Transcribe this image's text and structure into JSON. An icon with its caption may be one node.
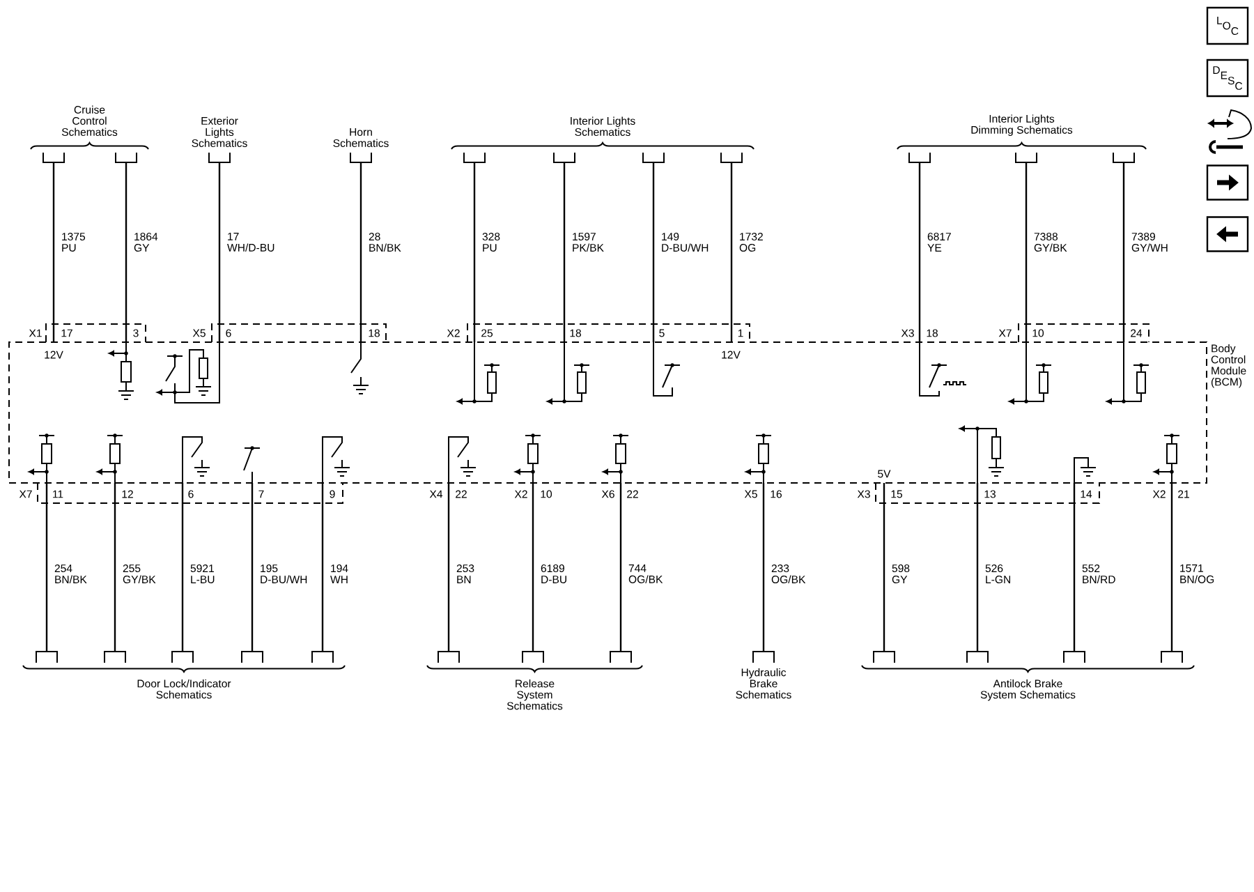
{
  "diagram": {
    "nodes": [
      {
        "text": [
          "L",
          "O",
          "C"
        ]
      },
      {
        "text": [
          "D",
          "E",
          "S",
          "C"
        ]
      },
      {
        "text": [],
        "shape": "box"
      },
      {
        "text": [],
        "shape": "box"
      },
      {
        "text": [
          "Cruise Control Schematics"
        ]
      },
      {
        "text": [
          "Exterior Lights Schematics"
        ]
      },
      {
        "text": [
          "Horn Schematics"
        ]
      },
      {
        "text": [
          "Interior Lights Schematics"
        ]
      },
      {
        "text": [
          "Interior Lights Dimming Schematics"
        ]
      },
      {
        "text": [
          "Body Control Module (BCM)"
        ]
      },
      {
        "text": [
          "Door Lock/Indicator Schematics"
        ]
      },
      {
        "text": [
          "Release System Schematics"
        ]
      },
      {
        "text": [
          "Hydraulic Brake Schematics"
        ]
      },
      {
        "text": [
          "Antilock Brake System Schematics"
        ]
      }
    ],
    "edges": [
      {
        "from": 4,
        "to": 9,
        "arrow": "none",
        "label": "1375 PU"
      },
      {
        "from": 4,
        "to": 9,
        "arrow": "none",
        "label": "1864 GY"
      },
      {
        "from": 5,
        "to": 9,
        "arrow": "none",
        "label": "17 WH/D-BU"
      },
      {
        "from": 6,
        "to": 9,
        "arrow": "none",
        "label": "28 BN/BK"
      },
      {
        "from": 7,
        "to": 9,
        "arrow": "none",
        "label": "328 PU"
      },
      {
        "from": 7,
        "to": 9,
        "arrow": "none",
        "label": "1597 PK/BK"
      },
      {
        "from": 7,
        "to": 9,
        "arrow": "none",
        "label": "149 D-BU/WH"
      },
      {
        "from": 7,
        "to": 9,
        "arrow": "none",
        "label": "1732 OG"
      },
      {
        "from": 8,
        "to": 9,
        "arrow": "none",
        "label": "6817 YE"
      },
      {
        "from": 8,
        "to": 9,
        "arrow": "none",
        "label": "7388 GY/BK"
      },
      {
        "from": 8,
        "to": 9,
        "arrow": "none",
        "label": "7389 GY/WH"
      },
      {
        "from": 9,
        "to": 10,
        "arrow": "none",
        "label": "254 BN/BK"
      },
      {
        "from": 9,
        "to": 10,
        "arrow": "none",
        "label": "255 GY/BK"
      },
      {
        "from": 9,
        "to": 10,
        "arrow": "none",
        "label": "5921 L-BU"
      },
      {
        "from": 9,
        "to": 10,
        "arrow": "none",
        "label": "195 D-BU/WH"
      },
      {
        "from": 9,
        "to": 10,
        "arrow": "none",
        "label": "194 WH"
      },
      {
        "from": 9,
        "to": 11,
        "arrow": "none",
        "label": "253 BN"
      },
      {
        "from": 9,
        "to": 11,
        "arrow": "none",
        "label": "6189 D-BU"
      },
      {
        "from": 9,
        "to": 11,
        "arrow": "none",
        "label": "744 OG/BK"
      },
      {
        "from": 9,
        "to": 12,
        "arrow": "none",
        "label": "233 OG/BK"
      },
      {
        "from": 9,
        "to": 13,
        "arrow": "none",
        "label": "598 GY"
      },
      {
        "from": 9,
        "to": 13,
        "arrow": "none",
        "label": "526 L-GN"
      },
      {
        "from": 9,
        "to": 13,
        "arrow": "none",
        "label": "552 BN/RD"
      },
      {
        "from": 9,
        "to": 13,
        "arrow": "none",
        "label": "1571 BN/OG"
      }
    ],
    "labels": [
      "X1",
      "17",
      "3",
      "X5",
      "6",
      "18",
      "X2",
      "25",
      "18",
      "5",
      "1",
      "X3",
      "18",
      "X7",
      "10",
      "24",
      "12V",
      "12V",
      "5V",
      "X7",
      "11",
      "12",
      "6",
      "7",
      "9",
      "X4",
      "22",
      "X2",
      "10",
      "X6",
      "22",
      "X5",
      "16",
      "X3",
      "15",
      "13",
      "14",
      "X2",
      "21"
    ]
  }
}
